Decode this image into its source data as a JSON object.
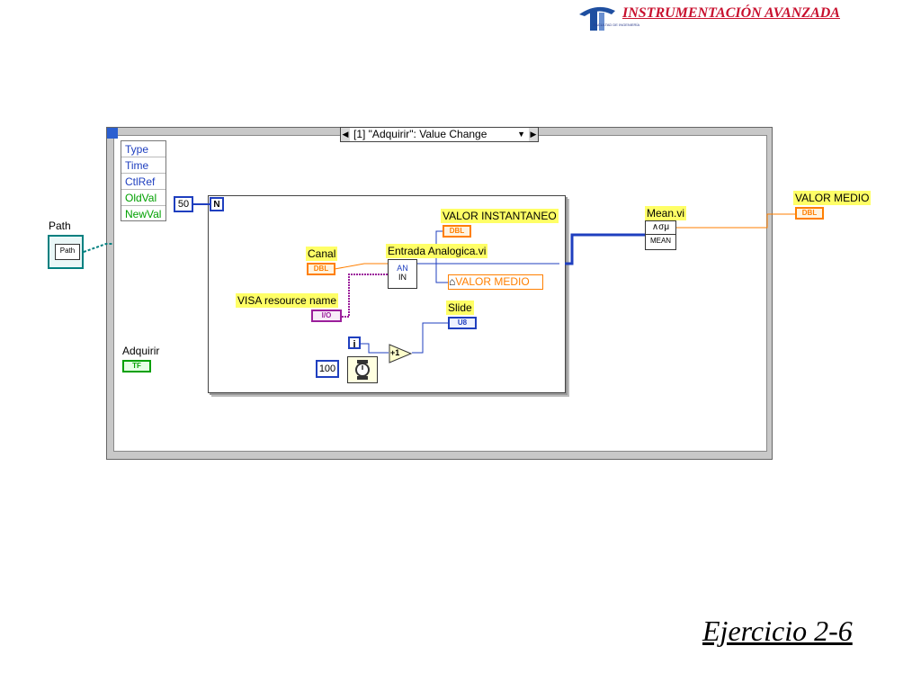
{
  "header": {
    "title": "INSTRUMENTACIÓN AVANZADA",
    "logo_subtext": "FACULTAD DE INGENIERÍA"
  },
  "footer": {
    "title": "Ejercicio 2-6"
  },
  "diagram": {
    "case_selector": "[1] \"Adquirir\": Value Change",
    "event_data_node": [
      "Type",
      "Time",
      "CtlRef",
      "OldVal",
      "NewVal"
    ],
    "path_label": "Path",
    "path_control_text": "Path",
    "adquirir_label": "Adquirir",
    "adquirir_terminal": "TF",
    "loop_count": "50",
    "loop_n": "N",
    "loop_i": "i",
    "canal_label": "Canal",
    "canal_terminal": "DBL",
    "visa_label": "VISA resource name",
    "visa_terminal": "I/O",
    "entrada_label": "Entrada Analogica.vi",
    "entrada_icon_line1": "AN",
    "entrada_icon_line2": "IN",
    "valor_inst_label": "VALOR INSTANTANEO",
    "valor_inst_terminal": "DBL",
    "valor_medio_property": "VALOR MEDIO",
    "slide_label": "Slide",
    "slide_terminal": "U8",
    "increment_text": "+1",
    "wait_constant": "100",
    "mean_label": "Mean.vi",
    "mean_icon_text": "MEAN",
    "mean_icon_symbol": "∧σμ",
    "valor_medio_label": "VALOR MEDIO",
    "valor_medio_terminal": "DBL"
  },
  "colors": {
    "header_red": "#c8102e",
    "dbl_orange": "#ff7f00",
    "int_blue": "#1f3fbf",
    "bool_green": "#00a000",
    "refnum_purple": "#9b1f9b",
    "label_yellow": "#ffff66"
  }
}
